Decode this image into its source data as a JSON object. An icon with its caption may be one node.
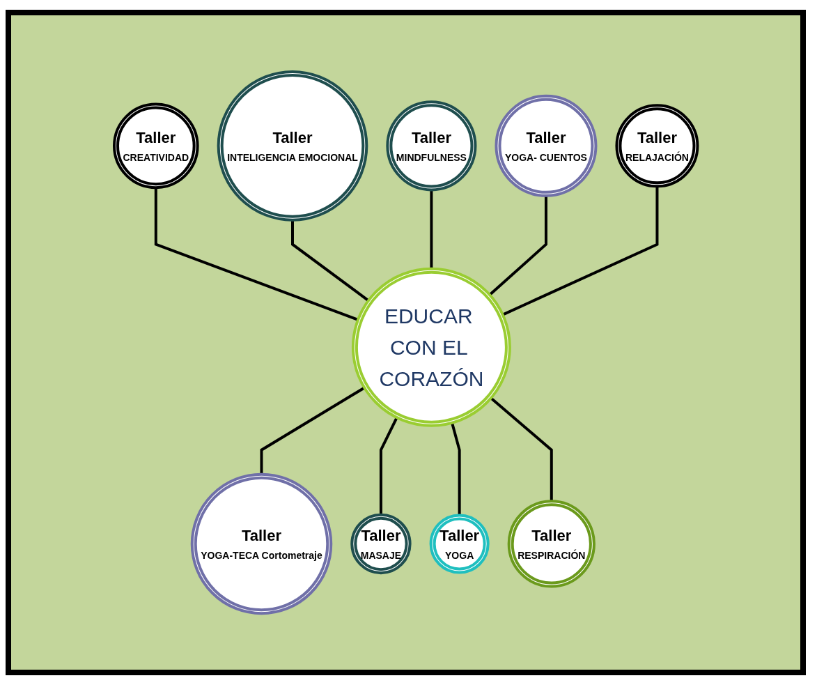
{
  "diagram": {
    "nodes": [
      {
        "text": [
          "EDUCAR CON EL CORAZÓN"
        ]
      },
      {
        "text": [
          "Taller",
          "MINDFULNESS"
        ]
      },
      {
        "text": [
          "Taller",
          "INTELIGENCIA EMOCIONAL"
        ]
      },
      {
        "text": [
          "Taller",
          "YOGA- CUENTOS"
        ]
      },
      {
        "text": [
          "Taller",
          "CREATIVIDAD"
        ]
      },
      {
        "text": [
          "Taller",
          "RELAJACIÓN"
        ]
      },
      {
        "text": [
          "Taller",
          "YOGA-TECA Cortometraje"
        ]
      },
      {
        "text": [
          "Taller",
          "RESPIRACIÓN"
        ]
      },
      {
        "text": [
          "Taller",
          "MASAJE"
        ]
      },
      {
        "text": [
          "Taller",
          "YOGA"
        ]
      }
    ],
    "edges": [
      {
        "from": 4,
        "to": 0,
        "arrow": "none"
      },
      {
        "from": 2,
        "to": 0,
        "arrow": "none"
      },
      {
        "from": 1,
        "to": 0,
        "arrow": "none"
      },
      {
        "from": 3,
        "to": 0,
        "arrow": "none"
      },
      {
        "from": 5,
        "to": 0,
        "arrow": "none"
      },
      {
        "from": 0,
        "to": 6,
        "arrow": "none"
      },
      {
        "from": 0,
        "to": 8,
        "arrow": "none"
      },
      {
        "from": 0,
        "to": 9,
        "arrow": "none"
      },
      {
        "from": 0,
        "to": 7,
        "arrow": "none"
      }
    ]
  }
}
